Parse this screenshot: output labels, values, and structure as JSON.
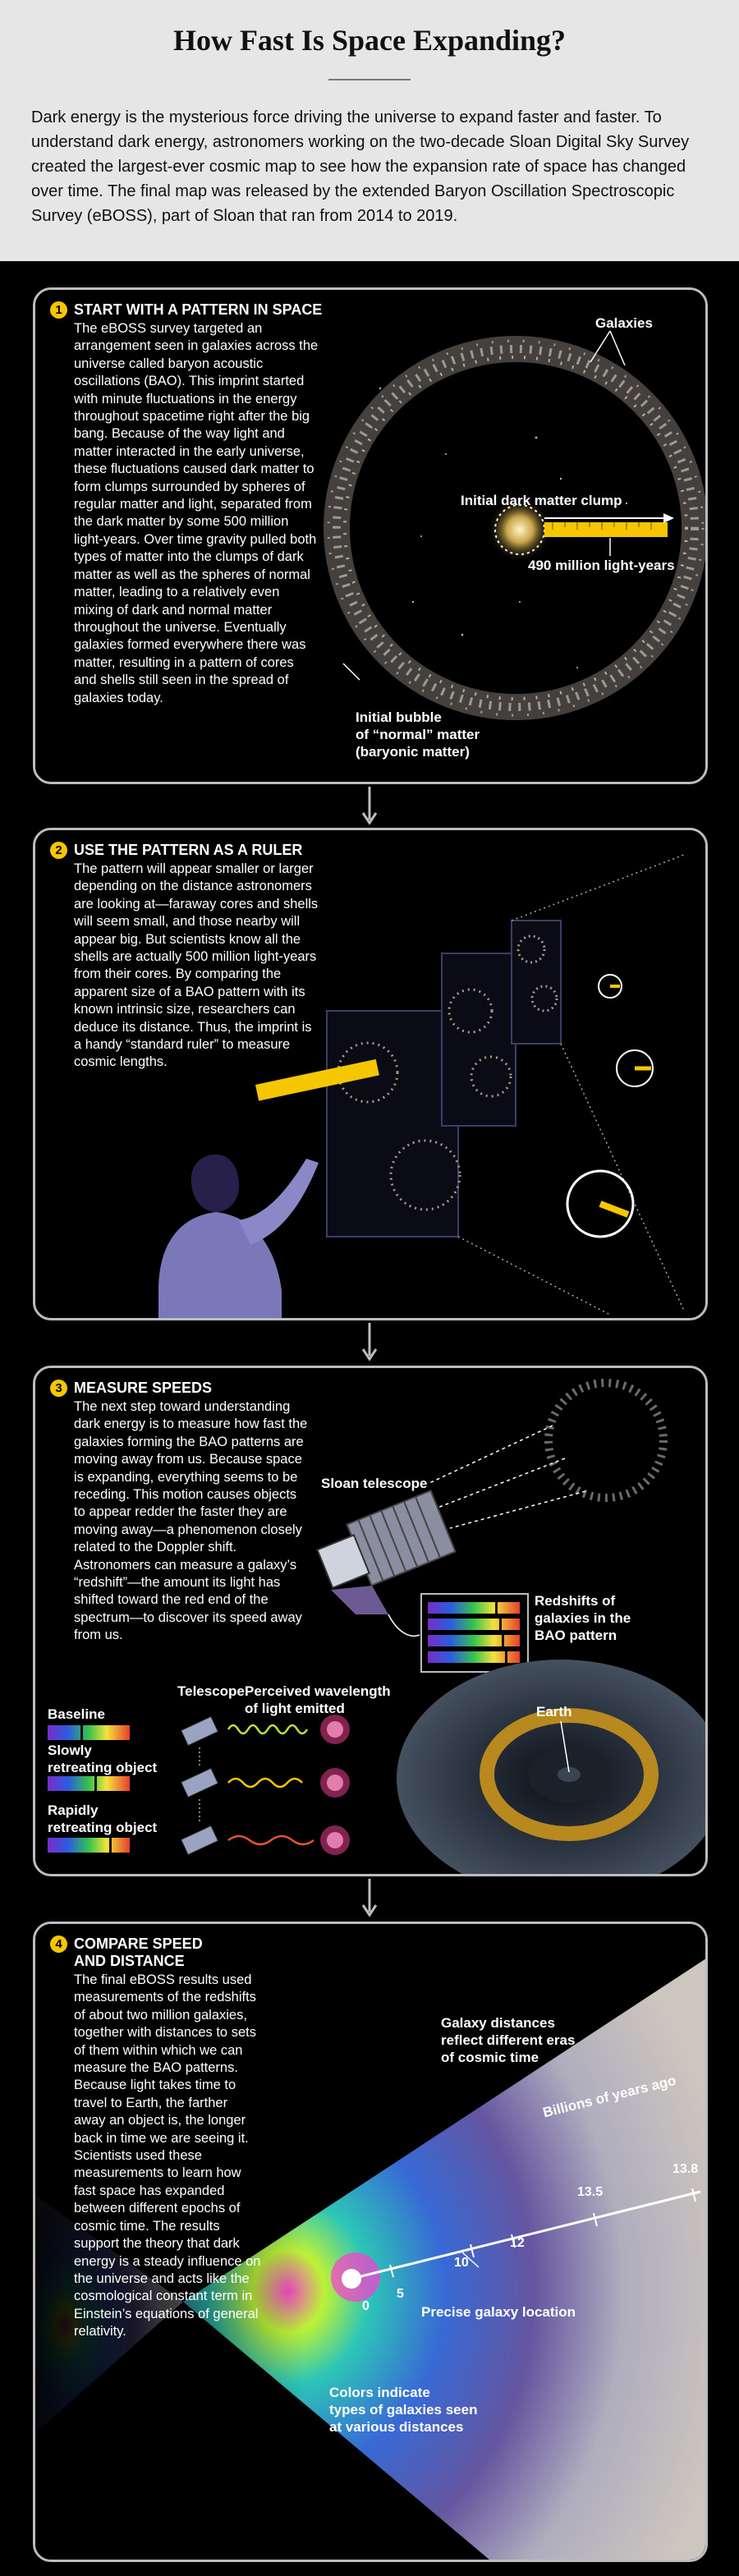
{
  "header": {
    "title": "How Fast Is Space Expanding?",
    "intro": "Dark energy is the mysterious force driving the universe to expand faster and faster. To understand dark energy, astronomers working on the two-decade Sloan Digital Sky Survey created the largest-ever cosmic map to see how the expansion rate of space has changed over time. The final map was released by the extended Baryon Oscillation Spectroscopic Survey (eBOSS), part of Sloan that ran from 2014 to 2019."
  },
  "steps": [
    {
      "number": "1",
      "title": "START WITH A PATTERN IN SPACE",
      "body": "The eBOSS survey targeted an arrangement seen in galaxies across the universe called baryon acoustic oscillations (BAO). This imprint started with minute fluctuations in the energy throughout spacetime right after the big bang. Because of the way light and matter interacted in the early universe, these fluctuations caused dark matter to form clumps surrounded by spheres of regular matter and light, separated from the dark matter by some 500 million light-years. Over time gravity pulled both types of matter into the clumps of dark matter as well as the spheres of normal matter, leading to a relatively even mixing of dark and normal matter throughout the universe. Eventually galaxies formed everywhere there was matter, resulting in a pattern of cores and shells still seen in the spread of galaxies today.",
      "labels": {
        "galaxies": "Galaxies",
        "clump": "Initial dark matter clump",
        "distance": "490 million light-years",
        "bubble": "Initial bubble\nof “normal” matter\n(baryonic matter)"
      }
    },
    {
      "number": "2",
      "title": "USE THE PATTERN AS A RULER",
      "body": "The pattern will appear smaller or larger depending on the distance astronomers are looking at—faraway cores and shells will seem small, and those nearby will appear big. But scientists know all the shells are actually 500 million light-years from their cores. By comparing the apparent size of a BAO pattern with its known intrinsic size, researchers can deduce its distance. Thus, the imprint is a handy “standard ruler” to measure cosmic lengths."
    },
    {
      "number": "3",
      "title": "MEASURE SPEEDS",
      "body": "The next step toward understanding dark energy is to measure how fast the galaxies forming the BAO patterns are moving away from us. Because space is expanding, everything seems to be receding. This motion causes objects to appear redder the faster they are moving away—a phenomenon closely related to the Doppler shift. Astronomers can measure a galaxy’s “redshift”—the amount its light has shifted toward the red end of the spectrum—to discover its speed away from us.",
      "labels": {
        "telescope_sloan": "Sloan telescope",
        "redshifts": "Redshifts of\ngalaxies in the\nBAO pattern",
        "earth": "Earth",
        "telescope": "Telescope",
        "wavelength": "Perceived wavelength\nof light emitted",
        "baseline": "Baseline",
        "slow": "Slowly\nretreating object",
        "rapid": "Rapidly\nretreating object"
      }
    },
    {
      "number": "4",
      "title": "COMPARE SPEED\nAND DISTANCE",
      "body": "The final eBOSS results used measurements of the redshifts of about two million galaxies, together with distances to sets of them within which we can measure the BAO patterns. Because light takes time to travel to Earth, the farther away an object is, the longer back in time we are seeing it. Scientists used these measurements to learn how fast space has expanded between different epochs of cosmic time. The results support the theory that dark energy is a steady influence on the universe and acts like the cosmological constant term in Einstein’s equations of general relativity.",
      "labels": {
        "eras": "Galaxy distances\nreflect different eras\nof cosmic time",
        "axis": "Billions of years ago",
        "ticks": [
          "0",
          "5",
          "10",
          "12",
          "13.5",
          "13.8"
        ],
        "location": "Precise galaxy location",
        "colors": "Colors indicate\ntypes of galaxies seen\nat various distances"
      }
    }
  ],
  "colors": {
    "accent": "#f4c700",
    "panel_border": "#bdbdbd",
    "header_bg": "#e6e6e6"
  }
}
